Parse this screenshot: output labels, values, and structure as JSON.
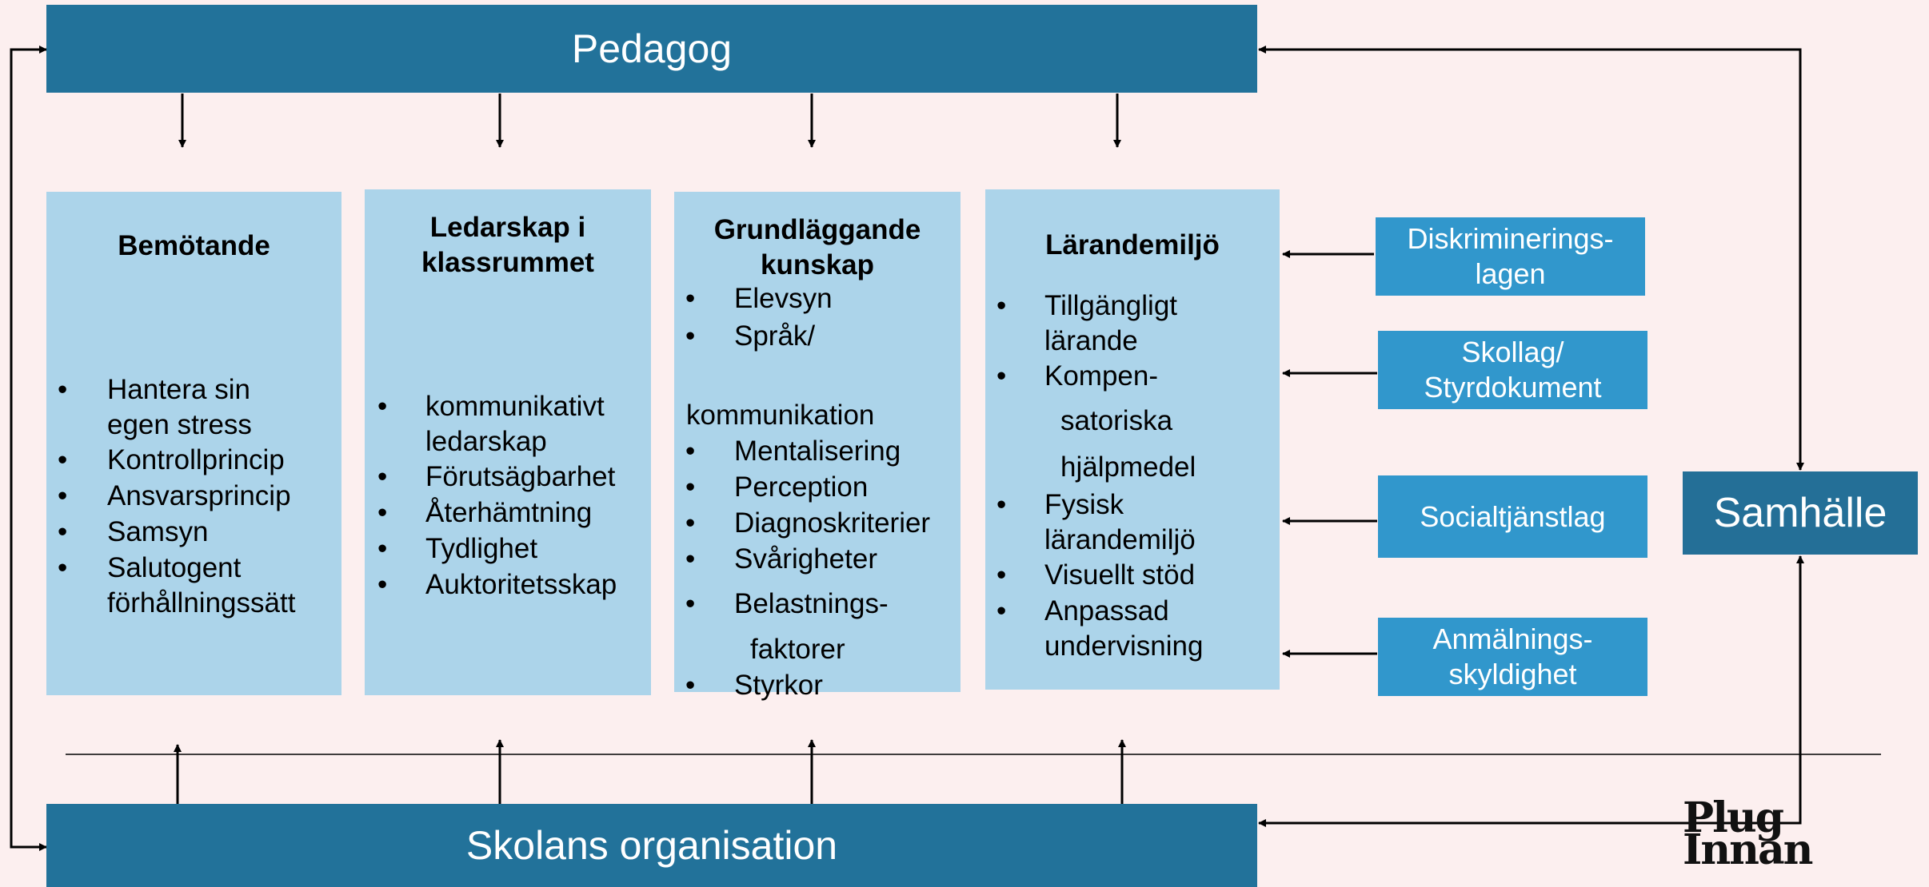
{
  "top": {
    "label": "Pedagog"
  },
  "bottom": {
    "label": "Skolans organisation"
  },
  "right": {
    "label": "Samhälle"
  },
  "columns": {
    "c1": {
      "title": "Bemötande",
      "items": [
        "Hantera sin\negen stress",
        "Kontrollprincip",
        "Ansvarsprincip",
        "Samsyn",
        "Salutogent\nförhållningssätt"
      ]
    },
    "c2": {
      "title": "Ledarskap i\nklassrummet",
      "items": [
        "kommunikativt\nledarskap",
        "Förutsägbarhet",
        "Återhämtning",
        "Tydlighet",
        "Auktoritetsskap"
      ]
    },
    "c3": {
      "title": "Grundläggande\nkunskap",
      "items": [
        "Elevsyn",
        "Språk/",
        "kommunikation",
        "Mentalisering",
        "Perception",
        "Diagnoskriterier",
        "Svårigheter",
        "Belastnings-",
        "faktorer",
        "Styrkor"
      ]
    },
    "c4": {
      "title": "Lärandemiljö",
      "items": [
        "Tillgängligt\nlärande",
        "Kompen-",
        "satoriska",
        "hjälpmedel",
        "Fysisk\nlärandemiljö",
        "Visuellt stöd",
        "Anpassad\nundervisning"
      ]
    }
  },
  "side_boxes": [
    "Diskriminerings-\nlagen",
    "Skollag/\nStyrdokument",
    "Socialtjänstlag",
    "Anmälnings-\nskyldighet"
  ],
  "bullet": "•",
  "logo": {
    "line1": "Plug",
    "line2": "Innan"
  },
  "colors": {
    "dark": "#22729a",
    "column": "#acd4ea",
    "side": "#3197cc",
    "background": "#fcefef"
  }
}
